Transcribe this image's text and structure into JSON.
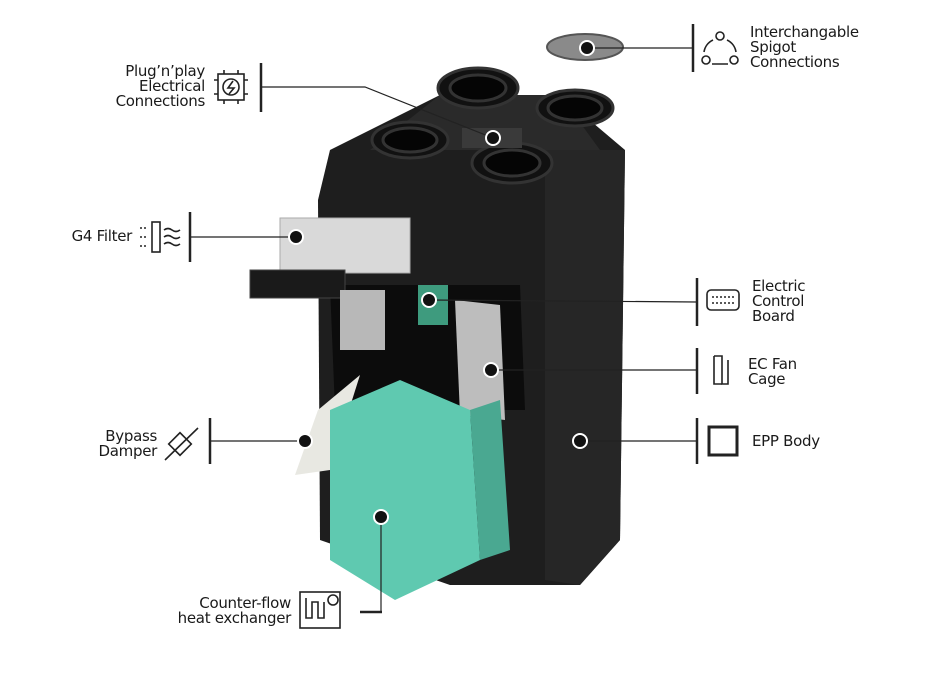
{
  "title": "Ventilation unit component diagram",
  "colors": {
    "body": "#1c1c1c",
    "exchanger": "#5fc9b0",
    "line": "#222222",
    "filter": "#d9d9d9"
  },
  "callouts": [
    {
      "id": "plug",
      "lines": [
        "Plug’n’play",
        "Electrical",
        "Connections"
      ],
      "icon": "circuit-bolt-icon"
    },
    {
      "id": "filter",
      "lines": [
        "G4 Filter"
      ],
      "icon": "filter-airflow-icon"
    },
    {
      "id": "bypass",
      "lines": [
        "Bypass",
        "Damper"
      ],
      "icon": "damper-icon"
    },
    {
      "id": "hex",
      "lines": [
        "Counter-flow",
        "heat exchanger"
      ],
      "icon": "heat-exchanger-icon"
    },
    {
      "id": "spigot",
      "lines": [
        "Interchangable",
        "Spigot",
        "Connections"
      ],
      "icon": "cycle-nodes-icon"
    },
    {
      "id": "board",
      "lines": [
        "Electric",
        "Control",
        "Board"
      ],
      "icon": "keyboard-board-icon"
    },
    {
      "id": "fan",
      "lines": [
        "EC Fan",
        "Cage"
      ],
      "icon": "fan-cage-icon"
    },
    {
      "id": "epp",
      "lines": [
        "EPP Body"
      ],
      "icon": "square-body-icon"
    }
  ]
}
